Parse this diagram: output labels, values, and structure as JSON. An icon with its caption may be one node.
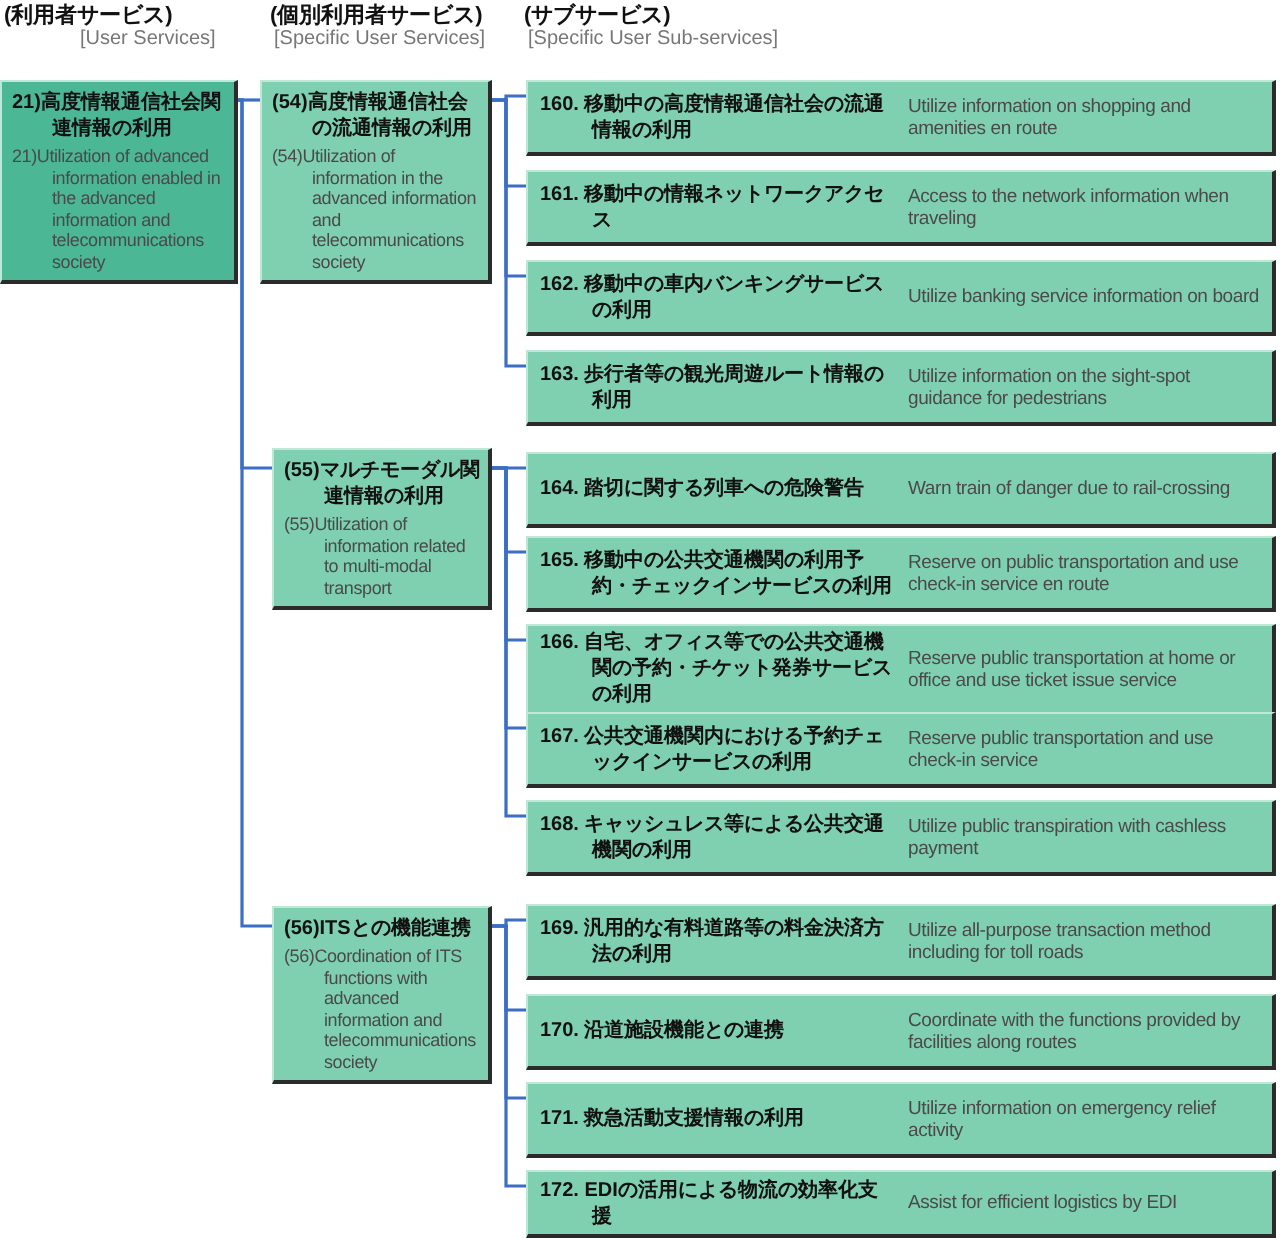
{
  "diagram": {
    "nodes": [
      {
        "text": [
          "21)高度情報通信社会関連情報の利用",
          "21)Utilization of advanced information enabled in the advanced information and telecommunications society"
        ]
      },
      {
        "text": [
          "(54)高度情報通信社会の流通情報の利用",
          "(54)Utilization of information in the advanced information and telecommunications society"
        ]
      },
      {
        "text": [
          "(55)マルチモーダル関連情報の利用",
          "(55)Utilization of information related to multi-modal transport"
        ]
      },
      {
        "text": [
          "(56)ITSとの機能連携",
          "(56)Coordination of ITS functions with advanced information and telecommunications society"
        ]
      },
      {
        "text": [
          "160. 移動中の高度情報通信社会の流通情報の利用",
          "Utilize information on shopping and amenities en route"
        ]
      },
      {
        "text": [
          "161. 移動中の情報ネットワークアクセス",
          "Access to the network information when traveling"
        ]
      },
      {
        "text": [
          "162. 移動中の車内バンキングサービスの利用",
          "Utilize banking service information on board"
        ]
      },
      {
        "text": [
          "163. 歩行者等の観光周遊ルート情報の利用",
          "Utilize information on the sight-spot guidance for pedestrians"
        ]
      },
      {
        "text": [
          "164. 踏切に関する列車への危険警告",
          "Warn train of danger due to rail-crossing"
        ]
      },
      {
        "text": [
          "165. 移動中の公共交通機関の利用予約・チェックインサービスの利用",
          "Reserve on public transportation and use check-in service en route"
        ]
      },
      {
        "text": [
          "166. 自宅、オフィス等での公共交通機関の予約・チケット発券サービスの利用",
          "Reserve public transportation at home or office and use ticket issue service"
        ]
      },
      {
        "text": [
          "167. 公共交通機関内における予約チェックインサービスの利用",
          "Reserve public transportation and use check-in service"
        ]
      },
      {
        "text": [
          "168. キャッシュレス等による公共交通機関の利用",
          "Utilize public transpiration with cashless payment"
        ]
      },
      {
        "text": [
          "169. 汎用的な有料道路等の料金決済方法の利用",
          "Utilize all-purpose transaction method including for toll roads"
        ]
      },
      {
        "text": [
          "170. 沿道施設機能との連携",
          "Coordinate with the functions provided by facilities along routes"
        ]
      },
      {
        "text": [
          "171. 救急活動支援情報の利用",
          "Utilize information on emergency relief activity"
        ]
      },
      {
        "text": [
          "172. EDIの活用による物流の効率化支援",
          "Assist for efficient logistics by EDI"
        ]
      }
    ],
    "edges": [
      {
        "from": 0,
        "to": 1,
        "arrow": "none"
      },
      {
        "from": 0,
        "to": 2,
        "arrow": "none"
      },
      {
        "from": 0,
        "to": 3,
        "arrow": "none"
      },
      {
        "from": 1,
        "to": 4,
        "arrow": "none"
      },
      {
        "from": 1,
        "to": 5,
        "arrow": "none"
      },
      {
        "from": 1,
        "to": 6,
        "arrow": "none"
      },
      {
        "from": 1,
        "to": 7,
        "arrow": "none"
      },
      {
        "from": 2,
        "to": 8,
        "arrow": "none"
      },
      {
        "from": 2,
        "to": 9,
        "arrow": "none"
      },
      {
        "from": 2,
        "to": 10,
        "arrow": "none"
      },
      {
        "from": 2,
        "to": 11,
        "arrow": "none"
      },
      {
        "from": 2,
        "to": 12,
        "arrow": "none"
      },
      {
        "from": 3,
        "to": 13,
        "arrow": "none"
      },
      {
        "from": 3,
        "to": 14,
        "arrow": "none"
      },
      {
        "from": 3,
        "to": 15,
        "arrow": "none"
      },
      {
        "from": 3,
        "to": 16,
        "arrow": "none"
      }
    ],
    "labels": [
      "(利用者サービス)",
      "[User Services]",
      "(個別利用者サービス)",
      "[Specific User Services]",
      "(サブサービス)",
      "[Specific User Sub-services]"
    ]
  }
}
